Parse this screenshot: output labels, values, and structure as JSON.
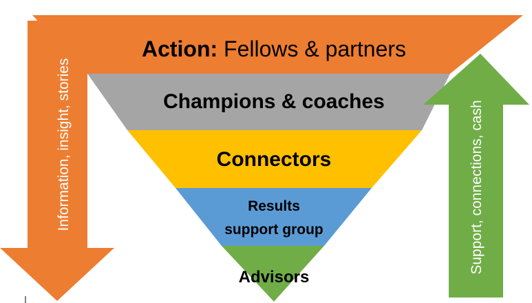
{
  "colors": {
    "orange": "#ED7D31",
    "gray": "#A5A5A5",
    "yellow": "#FFC000",
    "blue": "#5B9BD5",
    "green": "#70AD47",
    "text": "#000000",
    "arrow_text": "#FFFFFF"
  },
  "layers": {
    "action": {
      "label_bold": "Action:",
      "label_rest": " Fellows & partners"
    },
    "champions": {
      "label": "Champions & coaches"
    },
    "connectors": {
      "label": "Connectors"
    },
    "results": {
      "line1": "Results",
      "line2": "support group"
    },
    "advisors": {
      "label": "Advisors"
    }
  },
  "arrows": {
    "down": {
      "label": "Information, insight, stories"
    },
    "up": {
      "label": "Support, connections, cash"
    }
  }
}
